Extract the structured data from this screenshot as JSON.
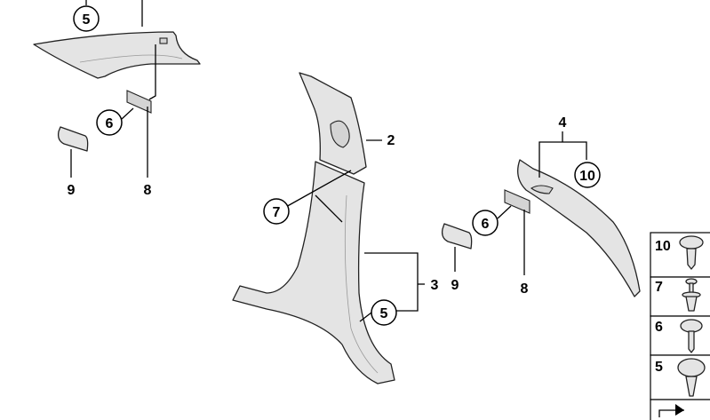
{
  "diagram": {
    "callouts_circled": [
      "5",
      "6",
      "7",
      "5",
      "6",
      "10"
    ],
    "callouts_plain": [
      "9",
      "8",
      "2",
      "3",
      "9",
      "8",
      "4"
    ],
    "legend": [
      "10",
      "7",
      "6",
      "5"
    ]
  }
}
